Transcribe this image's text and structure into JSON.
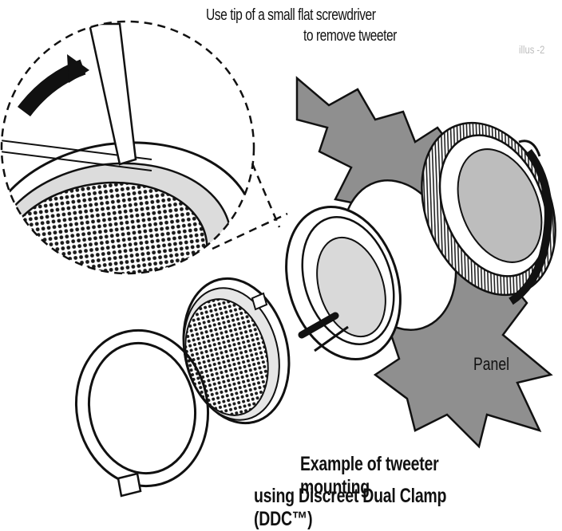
{
  "instruction": {
    "line1": "Use tip of a small flat screwdriver",
    "line2": "to remove tweeter"
  },
  "figure_id": "illus -2",
  "panel_label": "Panel",
  "caption": {
    "line1": "Example of tweeter mounting",
    "line2": "using Discreet Dual Clamp (DDC™)"
  },
  "colors": {
    "ink": "#111111",
    "panel_fill": "#8c8c8c",
    "mesh": "#2a2a2a"
  }
}
